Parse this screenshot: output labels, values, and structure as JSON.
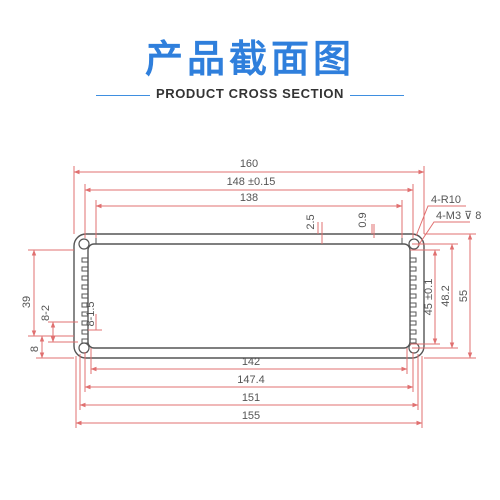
{
  "header": {
    "title": "产品截面图",
    "subtitle": "PRODUCT CROSS SECTION"
  },
  "dimensions": {
    "top": [
      "160",
      "148 ±0.15",
      "138"
    ],
    "bottom": [
      "142",
      "147.4",
      "151",
      "155"
    ],
    "right": [
      "45 ±0.1",
      "48.2",
      "55"
    ],
    "left": [
      "39",
      "8",
      "8-2",
      "8-1.5"
    ],
    "small": [
      "2.5",
      "0.9"
    ],
    "callouts": [
      "4-R10",
      "4-M3 ⊽ 8"
    ]
  },
  "colors": {
    "title": "#2f7fdc",
    "dimension_line": "#e07070",
    "profile": "#555555",
    "rule": "#3f8fe0"
  }
}
